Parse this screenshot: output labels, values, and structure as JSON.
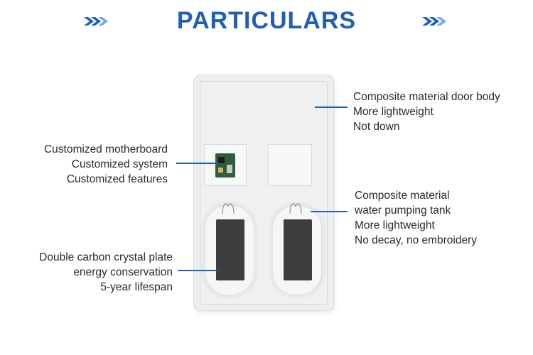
{
  "title": "PARTICULARS",
  "colors": {
    "accent": "#1f5fb4"
  },
  "icons": {
    "decor": "double-chevron-right-icon"
  },
  "callouts": {
    "door": [
      "Composite material door body",
      "More lightweight",
      "Not down"
    ],
    "motherboard": [
      "Customized motherboard",
      "Customized system",
      "Customized features"
    ],
    "tank": [
      "Composite material",
      "water pumping tank",
      "More lightweight",
      "No decay, no embroidery"
    ],
    "plate": [
      "Double carbon crystal plate",
      "energy conservation",
      "5-year lifespan"
    ]
  }
}
